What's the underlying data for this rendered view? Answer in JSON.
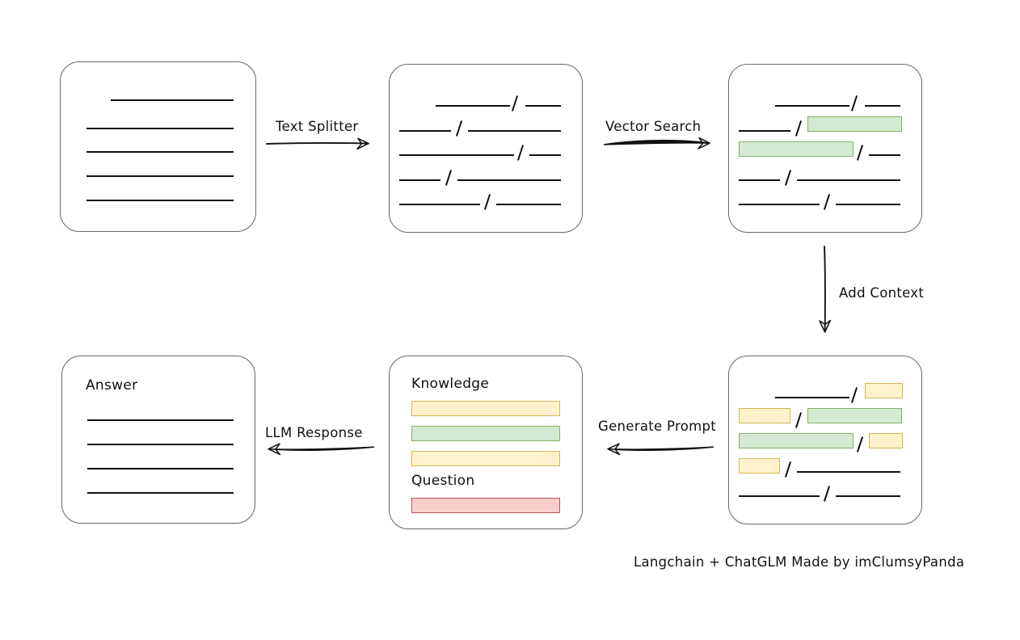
{
  "diagram": {
    "title_caption": "Langchain + ChatGLM Made by imClumsyPanda",
    "colors": {
      "green_fill": "#d5e8d4",
      "green_stroke": "#82b366",
      "yellow_fill": "#fff2cc",
      "yellow_stroke": "#d6b656",
      "red_fill": "#f8cecc",
      "red_stroke": "#b85450",
      "box_stroke": "#666666",
      "ink": "#111111",
      "background": "#ffffff"
    },
    "arrows": [
      {
        "name": "text-splitter",
        "label": "Text Splitter",
        "direction": "right"
      },
      {
        "name": "vector-search",
        "label": "Vector Search",
        "direction": "right"
      },
      {
        "name": "add-context",
        "label": "Add Context",
        "direction": "down"
      },
      {
        "name": "generate-prompt",
        "label": "Generate Prompt",
        "direction": "left"
      },
      {
        "name": "llm-response",
        "label": "LLM Response",
        "direction": "left"
      }
    ],
    "boxes": {
      "source_document": {
        "name": "source-document-box",
        "title": "",
        "lines": 5
      },
      "split_document": {
        "name": "split-document-box",
        "title": "",
        "lines": 5
      },
      "search_result": {
        "name": "vector-search-result-box",
        "title": "",
        "lines": 5,
        "highlighted_chunks": 2,
        "highlight_color": "green"
      },
      "context_document": {
        "name": "context-document-box",
        "title": "",
        "lines": 5,
        "green_chunks": 2,
        "yellow_chunks": 4
      },
      "prompt": {
        "name": "prompt-box",
        "knowledge_label": "Knowledge",
        "question_label": "Question",
        "knowledge_chunks": [
          {
            "color": "yellow"
          },
          {
            "color": "green"
          },
          {
            "color": "yellow"
          }
        ],
        "question_chunks": [
          {
            "color": "red"
          }
        ]
      },
      "answer": {
        "name": "answer-box",
        "title": "Answer",
        "lines": 4
      }
    }
  }
}
